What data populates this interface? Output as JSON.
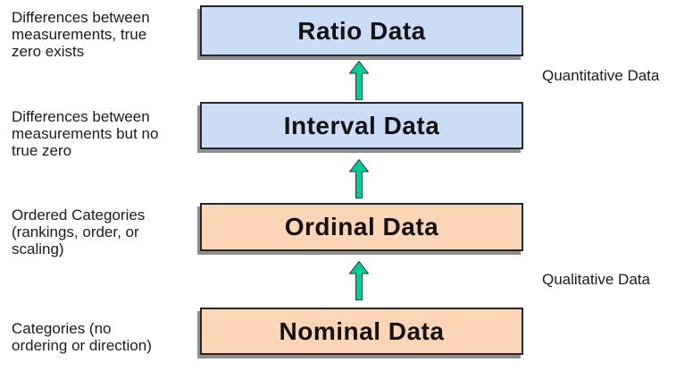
{
  "diagram": {
    "levels": [
      {
        "id": "ratio",
        "label": "Ratio Data",
        "description": "Differences between\nmeasurements, true\nzero exists",
        "fill": "#CBDCF5",
        "group": "quantitative"
      },
      {
        "id": "interval",
        "label": "Interval Data",
        "description": "Differences between\nmeasurements but no\ntrue zero",
        "fill": "#CBDCF5",
        "group": "quantitative"
      },
      {
        "id": "ordinal",
        "label": "Ordinal Data",
        "description": "Ordered Categories\n(rankings, order, or\nscaling)",
        "fill": "#FBD5B5",
        "group": "qualitative"
      },
      {
        "id": "nominal",
        "label": "Nominal Data",
        "description": "Categories (no\nordering or direction)",
        "fill": "#FBD5B5",
        "group": "qualitative"
      }
    ],
    "group_labels": {
      "quantitative": "Quantitative Data",
      "qualitative": "Qualitative Data"
    },
    "colors": {
      "quantitative_fill": "#CBDCF5",
      "qualitative_fill": "#FBD5B5",
      "arrow": "#00CC99",
      "arrow_outline": "#333333",
      "box_border": "#27262b",
      "box_shadow": "#8e8e8e"
    }
  }
}
